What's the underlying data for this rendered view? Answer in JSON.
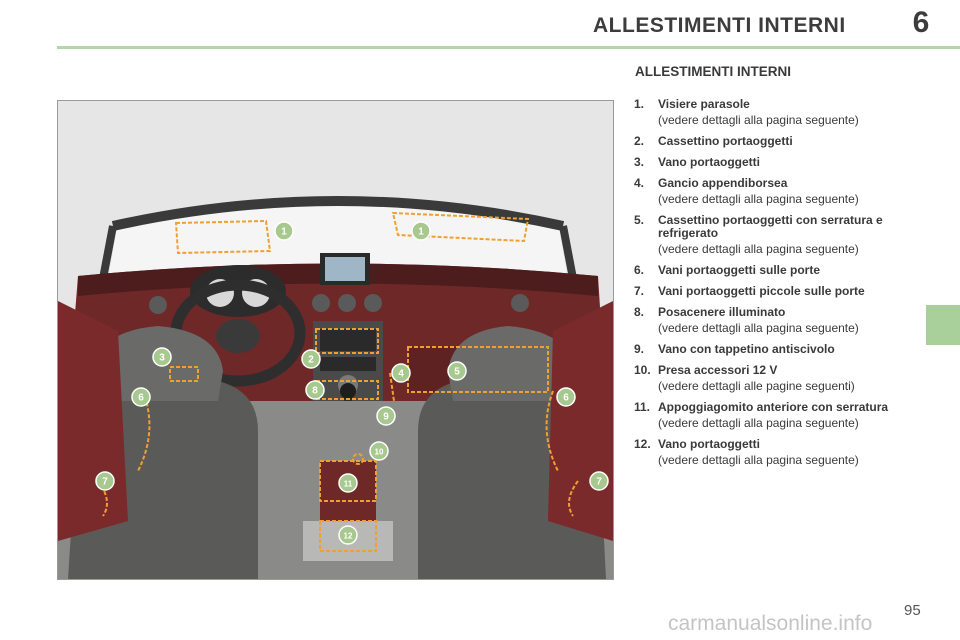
{
  "header": {
    "title": "ALLESTIMENTI INTERNI",
    "chapter": "6"
  },
  "section_title": "ALLESTIMENTI INTERNI",
  "items": [
    {
      "num": "1.",
      "label": "Visiere parasole",
      "note": "(vedere dettagli alla pagina seguente)"
    },
    {
      "num": "2.",
      "label": "Cassettino portaoggetti",
      "note": ""
    },
    {
      "num": "3.",
      "label": "Vano portaoggetti",
      "note": ""
    },
    {
      "num": "4.",
      "label": "Gancio appendiborsea",
      "note": "(vedere dettagli alla pagina seguente)"
    },
    {
      "num": "5.",
      "label": "Cassettino portaoggetti con serratura e refrigerato",
      "note": "(vedere dettagli alla pagina seguente)"
    },
    {
      "num": "6.",
      "label": "Vani portaoggetti sulle porte",
      "note": ""
    },
    {
      "num": "7.",
      "label": "Vani portaoggetti piccole sulle porte",
      "note": ""
    },
    {
      "num": "8.",
      "label": "Posacenere illuminato",
      "note": "(vedere dettagli alla pagina seguente)"
    },
    {
      "num": "9.",
      "label": "Vano con tappetino antiscivolo",
      "note": ""
    },
    {
      "num": "10.",
      "label": "Presa accessori 12 V",
      "note": "(vedere dettagli alle pagine seguenti)"
    },
    {
      "num": "11.",
      "label": "Appoggiagomito anteriore con serratura",
      "note": "(vedere dettagli alla pagina seguente)"
    },
    {
      "num": "12.",
      "label": "Vano portaoggetti",
      "note": "(vedere dettagli alla pagina seguente)"
    }
  ],
  "illustration": {
    "callouts": [
      "1",
      "1",
      "2",
      "3",
      "4",
      "5",
      "6",
      "6",
      "7",
      "7",
      "8",
      "9",
      "10",
      "11",
      "12"
    ],
    "colors": {
      "leather": "#7a2a2a",
      "highlight": "#f0a030",
      "badge": "#a7c98f",
      "seat": "#5a5a58"
    }
  },
  "page_number": "95",
  "watermark": "carmanualsonline.info"
}
